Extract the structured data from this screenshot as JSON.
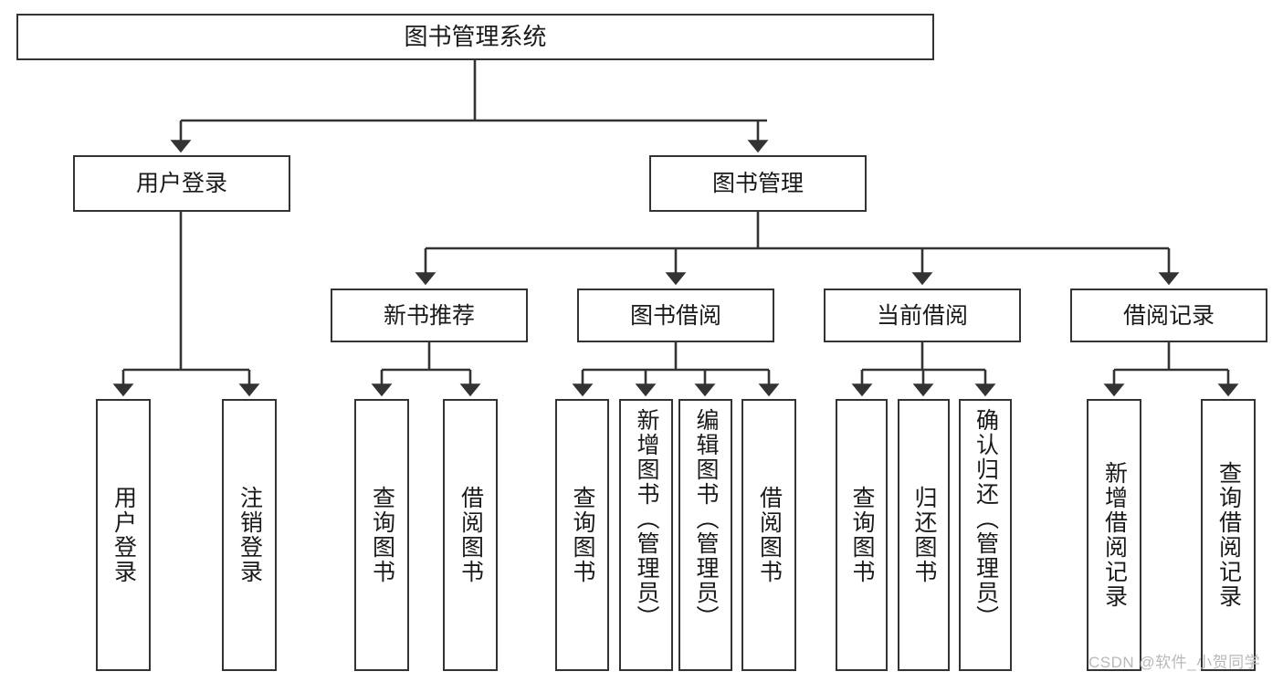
{
  "diagram": {
    "title": "图书管理系统",
    "type": "tree-hierarchy-chart",
    "watermark": "CSDN @软件_小贺同学",
    "colors": {
      "box_border": "#333333",
      "box_fill": "#ffffff",
      "edge": "#333333",
      "text": "#1a1a1a",
      "watermark": "#b9b9b9"
    },
    "levels": {
      "root": {
        "label": "图书管理系统"
      },
      "level2": [
        {
          "label": "用户登录"
        },
        {
          "label": "图书管理"
        }
      ],
      "level3": [
        {
          "label": "新书推荐"
        },
        {
          "label": "图书借阅"
        },
        {
          "label": "当前借阅"
        },
        {
          "label": "借阅记录"
        }
      ],
      "leaves": {
        "user_login": [
          {
            "label": "用户登录"
          },
          {
            "label": "注销登录"
          }
        ],
        "new_book_recommend": [
          {
            "label": "查询图书"
          },
          {
            "label": "借阅图书"
          }
        ],
        "book_borrow": [
          {
            "label": "查询图书"
          },
          {
            "label": "新增图书（管理员）"
          },
          {
            "label": "编辑图书（管理员）"
          },
          {
            "label": "借阅图书"
          }
        ],
        "current_borrow": [
          {
            "label": "查询图书"
          },
          {
            "label": "归还图书"
          },
          {
            "label": "确认归还（管理员）"
          }
        ],
        "borrow_record": [
          {
            "label": "新增借阅记录"
          },
          {
            "label": "查询借阅记录"
          }
        ]
      }
    }
  }
}
